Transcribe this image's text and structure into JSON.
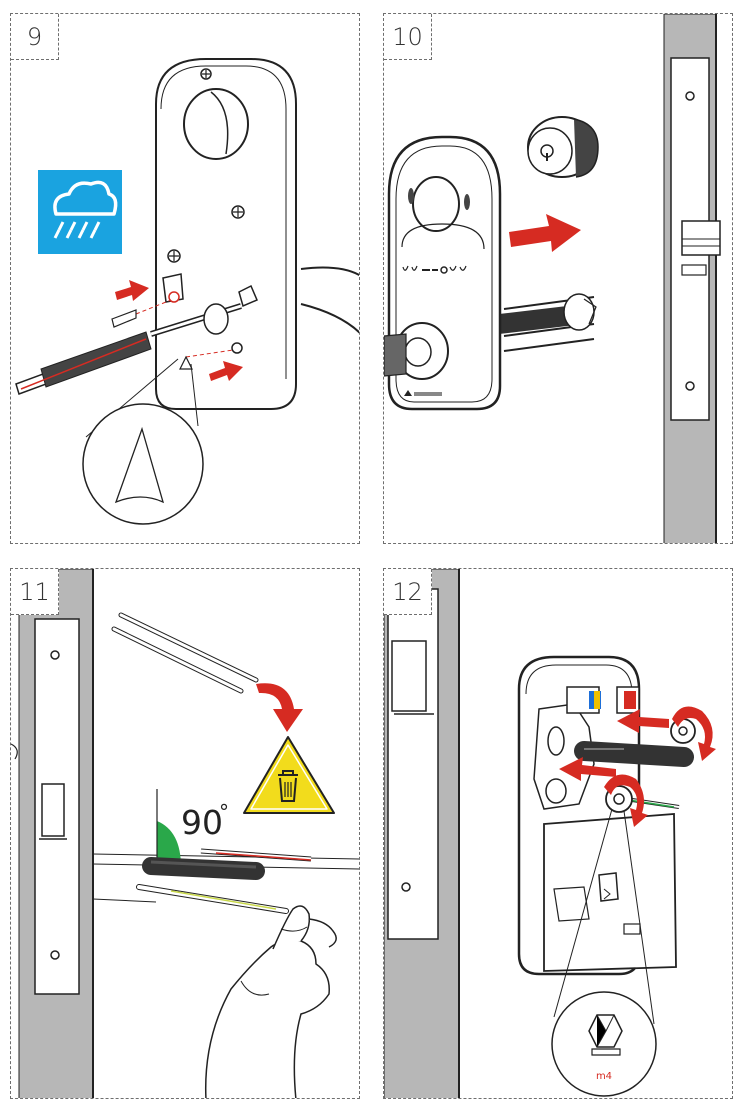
{
  "steps": [
    {
      "number": "9"
    },
    {
      "number": "10"
    },
    {
      "number": "11",
      "angle_label": "90",
      "angle_unit": "°"
    },
    {
      "number": "12",
      "part_label": "m4"
    }
  ],
  "icons": {
    "weather": "rain-cloud-icon",
    "warning": "trash-warning-triangle-icon"
  },
  "colors": {
    "arrow": "#d62b22",
    "rain_badge": "#1aa3e0",
    "warning_yellow": "#f2dc1c",
    "angle_green": "#2aa84a",
    "door_gray": "#b7b7b7"
  }
}
